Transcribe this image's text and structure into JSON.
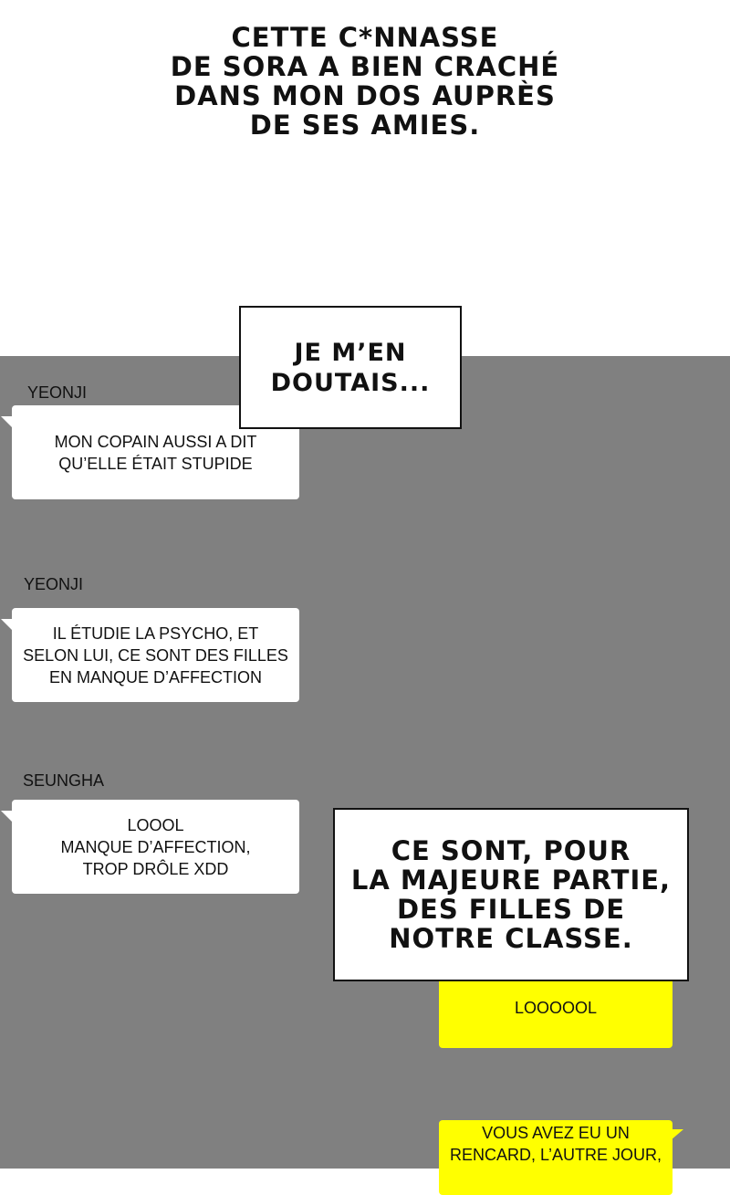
{
  "narration": [
    "CETTE C*NNASSE",
    "DE SORA A BIEN CRACHÉ",
    "DANS MON DOS AUPRÈS",
    "DE SES AMIES."
  ],
  "box1": [
    "JE M’EN",
    "DOUTAIS..."
  ],
  "box2": [
    "CE SONT, POUR",
    "LA MAJEURE PARTIE,",
    "DES FILLES DE",
    "NOTRE CLASSE."
  ],
  "messages": [
    {
      "sender": "YEONJI",
      "lines": [
        "MON COPAIN AUSSI A DIT",
        "QU’ELLE ÉTAIT STUPIDE"
      ]
    },
    {
      "sender": "YEONJI",
      "lines": [
        "IL ÉTUDIE LA PSYCHO, ET",
        "SELON LUI, CE SONT DES FILLES",
        "EN MANQUE D’AFFECTION"
      ]
    },
    {
      "sender": "SEUNGHA",
      "lines": [
        "LOOOL",
        "MANQUE D’AFFECTION,",
        "TROP DRÔLE XDD"
      ]
    },
    {
      "lines": [
        "LOOOOOL"
      ]
    },
    {
      "lines": [
        "VOUS AVEZ EU UN",
        "RENCARD, L’AUTRE JOUR,"
      ]
    }
  ],
  "colors": {
    "background": "#808080",
    "own_bubble": "#ffff00"
  }
}
